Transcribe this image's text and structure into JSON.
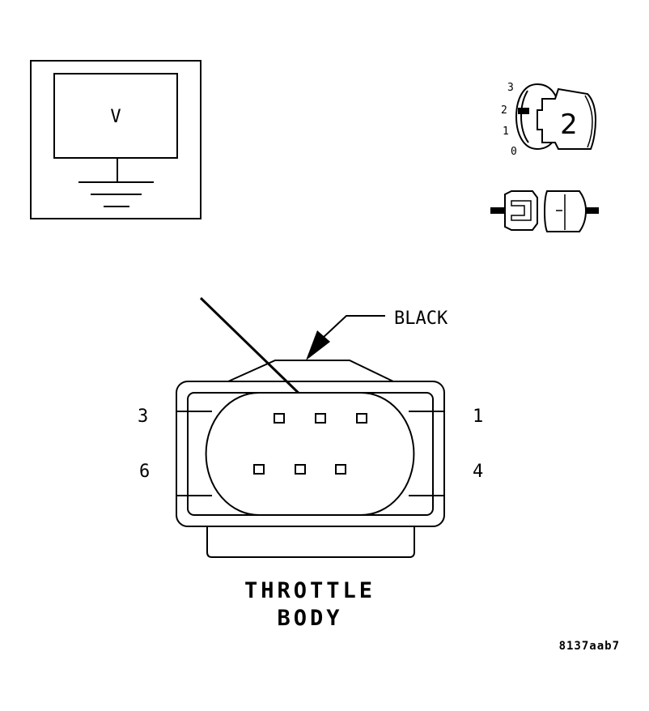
{
  "meter": {
    "symbol": "V"
  },
  "ignition": {
    "positions": [
      "3",
      "2",
      "1",
      "0"
    ],
    "key_number": "2"
  },
  "connector": {
    "color_callout": "BLACK",
    "pin_labels": {
      "top_left": "3",
      "top_right": "1",
      "bottom_left": "6",
      "bottom_right": "4"
    },
    "name_line1": "THROTTLE",
    "name_line2": "BODY"
  },
  "figure_code": "8137aab7",
  "colors": {
    "line": "#000000",
    "background": "#ffffff"
  },
  "icons": [
    "voltmeter-icon",
    "ignition-switch-icon",
    "key-icon",
    "disconnected-connector-icon",
    "probe-arrow-icon"
  ]
}
